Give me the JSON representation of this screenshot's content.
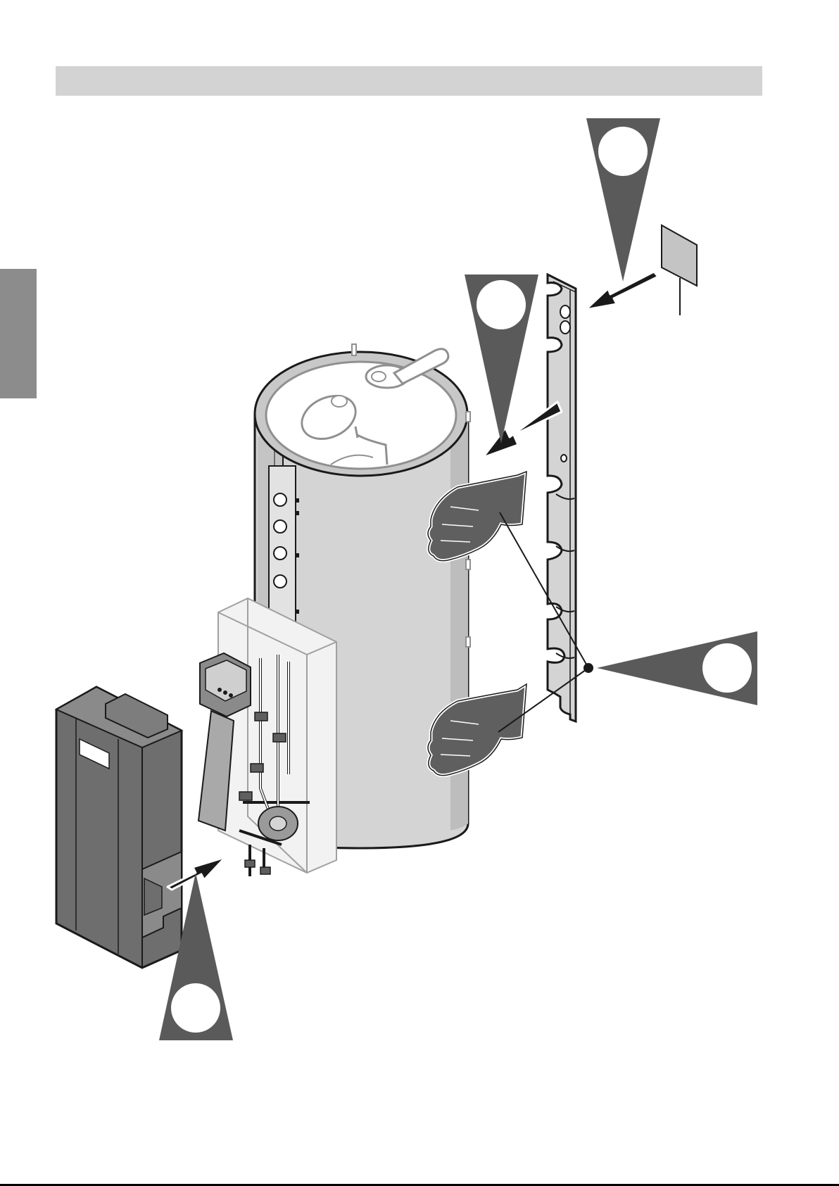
{
  "colors": {
    "header_bar": "#d3d3d3",
    "side_tab": "#8c8c8c",
    "step_marker": "#5a5a5a",
    "tank": "#d4d4d4",
    "cover": "#6e6e6e",
    "hand": "#5f5f5f",
    "outline": "#1a1a1a"
  },
  "icons": {
    "step_markers": [
      "step-marker-triangle-down",
      "step-marker-triangle-down",
      "step-marker-triangle-left",
      "step-marker-triangle-up"
    ],
    "arrows": [
      "arrow-into-wall-bracket",
      "arrow-onto-tank",
      "arrow-into-hydraulic-unit"
    ]
  }
}
